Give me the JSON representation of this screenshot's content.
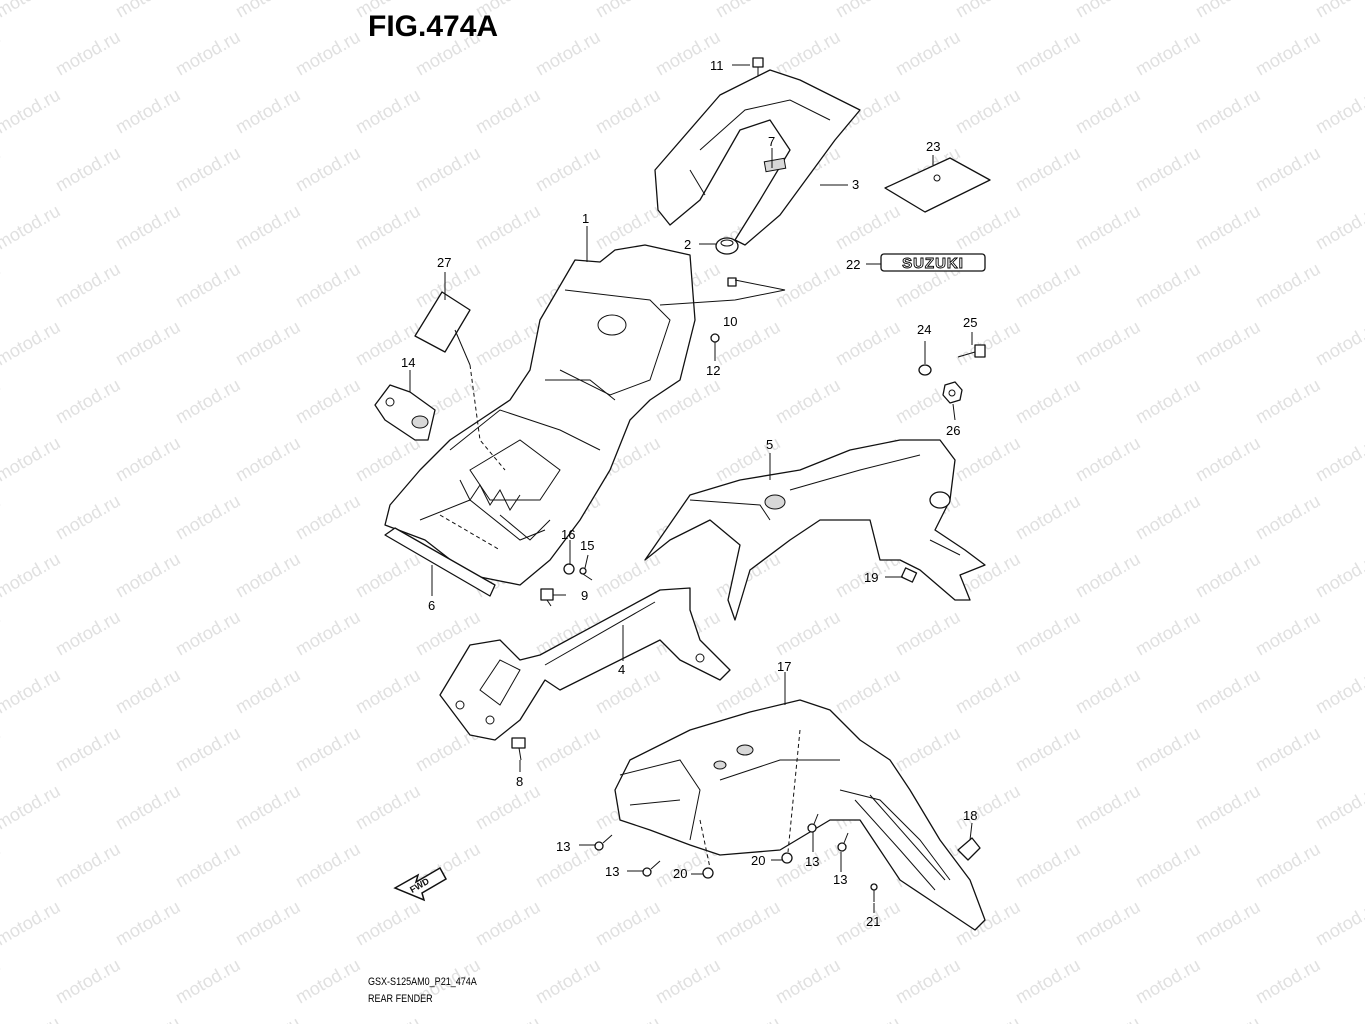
{
  "title": "FIG.474A",
  "model_code": "GSX-S125AM0_P21_474A",
  "section_name": "REAR FENDER",
  "watermark": "motod.ru",
  "fwd_label": "FWD",
  "brand_label": "SUZUKI",
  "callouts": {
    "c1": "1",
    "c2": "2",
    "c3": "3",
    "c4": "4",
    "c5": "5",
    "c6": "6",
    "c7": "7",
    "c8": "8",
    "c9": "9",
    "c10": "10",
    "c11": "11",
    "c12": "12",
    "c13a": "13",
    "c13b": "13",
    "c13c": "13",
    "c13d": "13",
    "c14": "14",
    "c15": "15",
    "c16": "16",
    "c17": "17",
    "c18": "18",
    "c19": "19",
    "c20a": "20",
    "c20b": "20",
    "c21": "21",
    "c22": "22",
    "c23": "23",
    "c24": "24",
    "c25": "25",
    "c26": "26",
    "c27": "27"
  }
}
